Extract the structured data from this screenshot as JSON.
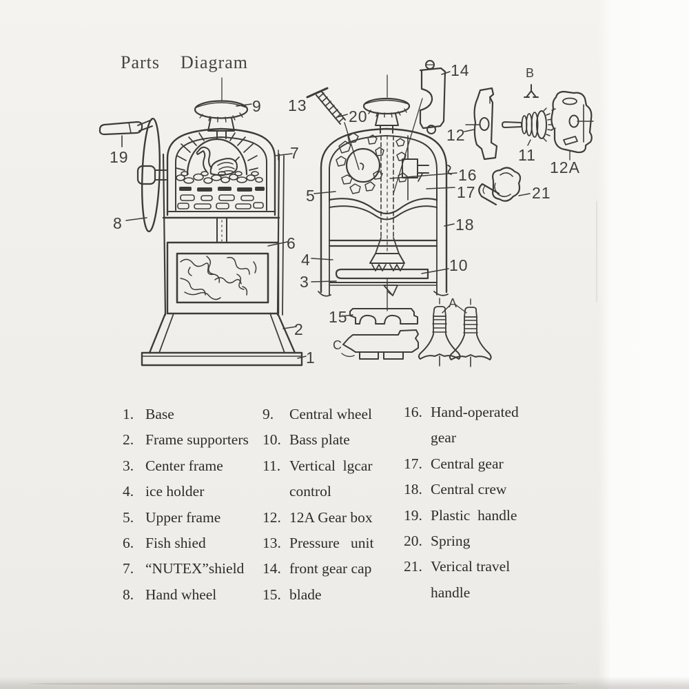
{
  "page": {
    "title": "Parts    Diagram"
  },
  "diagram": {
    "callouts": [
      {
        "label": "9"
      },
      {
        "label": "13"
      },
      {
        "label": "20"
      },
      {
        "label": "14"
      },
      {
        "label": "B"
      },
      {
        "label": "19"
      },
      {
        "label": "7"
      },
      {
        "label": "12"
      },
      {
        "label": "11"
      },
      {
        "label": "12A"
      },
      {
        "label": "16"
      },
      {
        "label": "17"
      },
      {
        "label": "21"
      },
      {
        "label": "5"
      },
      {
        "label": "18"
      },
      {
        "label": "8"
      },
      {
        "label": "6"
      },
      {
        "label": "4"
      },
      {
        "label": "10"
      },
      {
        "label": "3"
      },
      {
        "label": "A"
      },
      {
        "label": "15"
      },
      {
        "label": "2"
      },
      {
        "label": "C"
      },
      {
        "label": "1"
      }
    ]
  },
  "parts_list": {
    "columns": [
      {
        "items": [
          {
            "num": "1.",
            "name": "Base"
          },
          {
            "num": "2.",
            "name": "Frame supporters"
          },
          {
            "num": "3.",
            "name": "Center frame"
          },
          {
            "num": "4.",
            "name": "ice holder"
          },
          {
            "num": "5.",
            "name": "Upper frame"
          },
          {
            "num": "6.",
            "name": "Fish shied"
          },
          {
            "num": "7.",
            "name": "“NUTEX”shield"
          },
          {
            "num": "8.",
            "name": "Hand wheel"
          }
        ]
      },
      {
        "items": [
          {
            "num": "9.",
            "name": "Central wheel"
          },
          {
            "num": "10.",
            "name": "Bass plate"
          },
          {
            "num": "11.",
            "name": "Vertical  lgcar\ncontrol"
          },
          {
            "num": "12.",
            "name": "12A Gear box"
          },
          {
            "num": "13.",
            "name": "Pressure   unit"
          },
          {
            "num": "14.",
            "name": "front gear cap"
          },
          {
            "num": "15.",
            "name": "blade"
          }
        ]
      },
      {
        "items": [
          {
            "num": "16.",
            "name": "Hand-operated\ngear"
          },
          {
            "num": "17.",
            "name": "Central gear"
          },
          {
            "num": "18.",
            "name": "Central crew"
          },
          {
            "num": "19.",
            "name": "Plastic  handle"
          },
          {
            "num": "20.",
            "name": "Spring"
          },
          {
            "num": "21.",
            "name": "Verical travel\nhandle"
          }
        ]
      }
    ]
  }
}
